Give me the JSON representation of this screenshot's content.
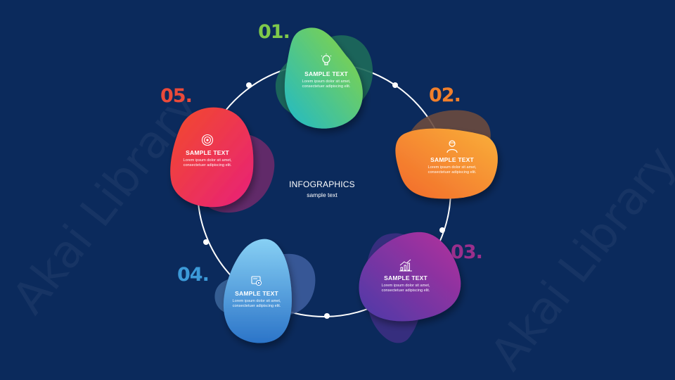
{
  "watermark": "Akai Library",
  "center": {
    "title": "INFOGRAPHICS",
    "subtitle": "sample text"
  },
  "colors": {
    "background": "#0b2a5c",
    "step1": [
      "#1fb9c9",
      "#8dd63a"
    ],
    "step2": [
      "#f2692a",
      "#f9b03a"
    ],
    "step3": [
      "#4b3ba8",
      "#b42e9c"
    ],
    "step4": [
      "#87d0f4",
      "#2b74c8"
    ],
    "step5": [
      "#f24b2a",
      "#e8207a"
    ]
  },
  "steps": [
    {
      "number": "01.",
      "title": "SAMPLE TEXT",
      "body_line1": "Lorem ipsum dolor sit amet,",
      "body_line2": "consectetuer adipiscing elit.",
      "icon": "lightbulb-icon"
    },
    {
      "number": "02.",
      "title": "SAMPLE TEXT",
      "body_line1": "Lorem ipsum dolor sit amet,",
      "body_line2": "consectetuer adipiscing elit.",
      "icon": "person-icon"
    },
    {
      "number": "03.",
      "title": "SAMPLE TEXT",
      "body_line1": "Lorem ipsum dolor sit amet,",
      "body_line2": "consectetuer adipiscing elit.",
      "icon": "growth-chart-icon"
    },
    {
      "number": "04.",
      "title": "SAMPLE TEXT",
      "body_line1": "Lorem ipsum dolor sit amet,",
      "body_line2": "consectetuer adipiscing elit.",
      "icon": "settings-icon"
    },
    {
      "number": "05.",
      "title": "SAMPLE TEXT",
      "body_line1": "Lorem ipsum dolor sit amet,",
      "body_line2": "consectetuer adipiscing elit.",
      "icon": "target-icon"
    }
  ]
}
